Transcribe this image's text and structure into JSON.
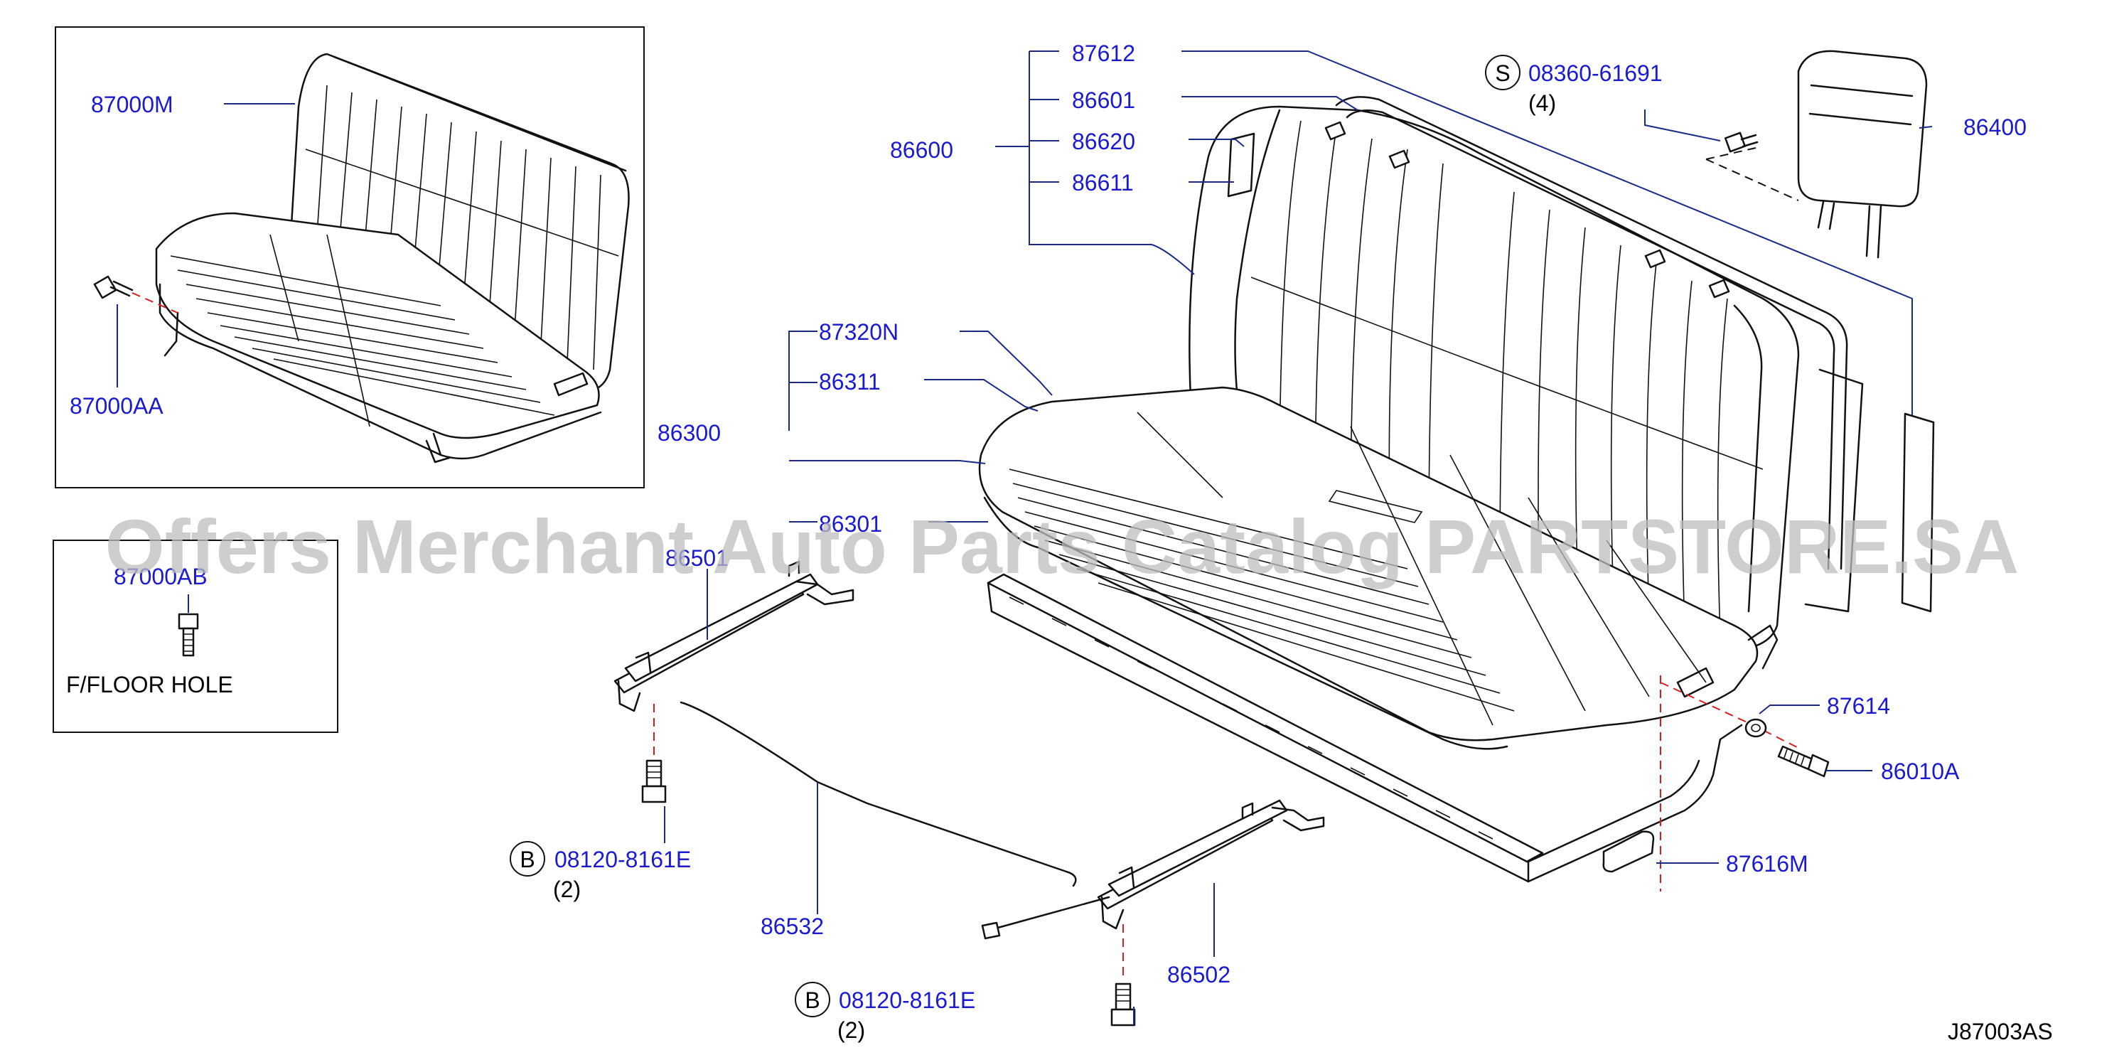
{
  "labels": {
    "p87000M": "87000M",
    "p87000AA": "87000AA",
    "p87000AB": "87000AB",
    "floor_hole": "F/FLOOR   HOLE",
    "p87612": "87612",
    "p86601": "86601",
    "p86620": "86620",
    "p86611": "86611",
    "p86600": "86600",
    "p08360": "08360-61691",
    "qty4": "(4)",
    "p86400": "86400",
    "p87320N": "87320N",
    "p86311": "86311",
    "p86300": "86300",
    "p86301": "86301",
    "p86501": "86501",
    "p87614": "87614",
    "p86010A": "86010A",
    "p87616M": "87616M",
    "p08120a": "08120-8161E",
    "qty2a": "(2)",
    "p86532": "86532",
    "p86502": "86502",
    "p08120b": "08120-8161E",
    "qty2b": "(2)",
    "diagram_id": "J87003AS"
  },
  "symbols": {
    "s": "S",
    "b1": "B",
    "b2": "B"
  },
  "watermark": "Offers Merchant Auto Parts Catalog PARTSTORE.SA",
  "colors": {
    "part_number": "#1a1ad0",
    "leader_line": "#1a2a8a",
    "dash_red": "#d42020",
    "watermark": "#bdbdbd"
  }
}
